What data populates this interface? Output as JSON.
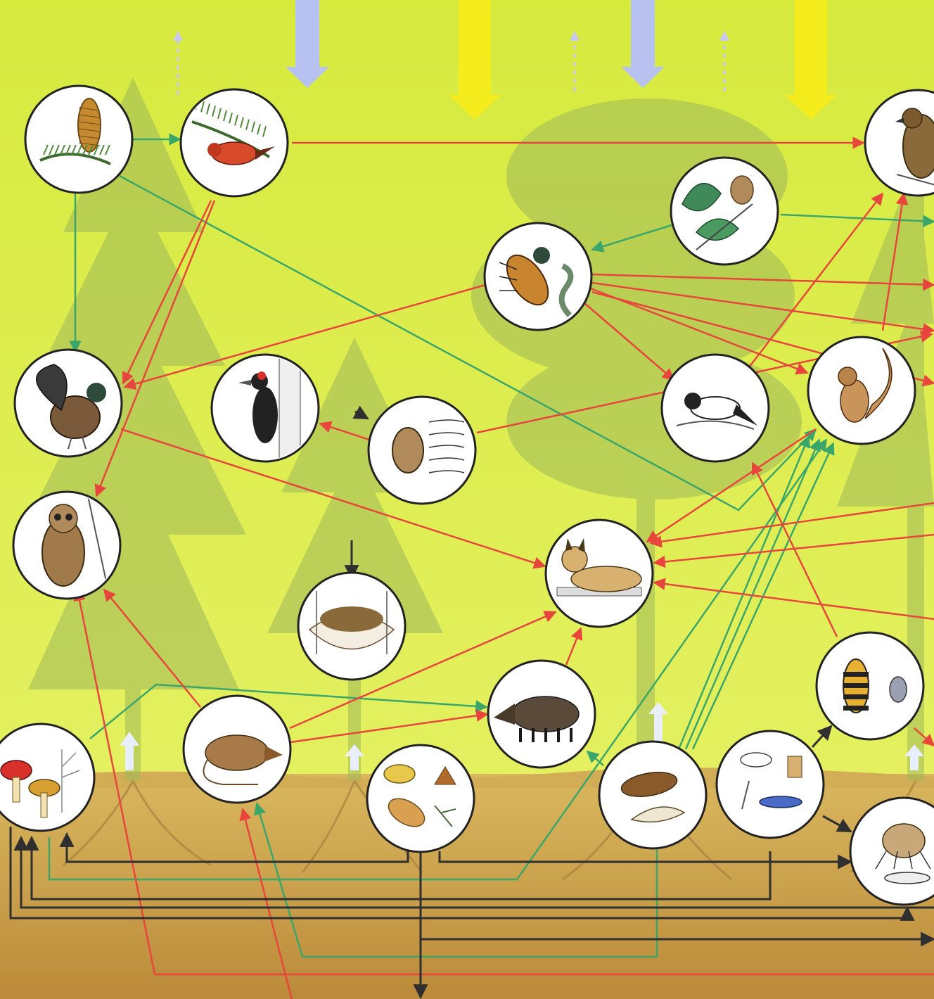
{
  "colors": {
    "sky_top": "#d2e83a",
    "sky_bottom": "#e8f26a",
    "soil_top": "#d8b45a",
    "soil_bottom": "#b98838",
    "tree": "#8fa85a",
    "predation_arrow": "#e8453c",
    "plant_food_arrow": "#3aa66a",
    "decomposition_arrow": "#2f2f2f",
    "sunlight_arrow": "#f4ec1c",
    "water_arrow": "#b8c2f0",
    "gas_arrow": "#c8c8ef",
    "node_fill": "#ffffff",
    "node_border": "#222222"
  },
  "nodes": [
    {
      "id": "spruce-cone",
      "icon": "spruce-cone-icon"
    },
    {
      "id": "crossbill",
      "icon": "crossbill-bird-icon"
    },
    {
      "id": "hawk",
      "icon": "hawk-icon"
    },
    {
      "id": "oak-leaves",
      "icon": "oak-leaf-acorn-icon"
    },
    {
      "id": "cockchafer",
      "icon": "beetle-larva-icon"
    },
    {
      "id": "capercaillie",
      "icon": "capercaillie-icon"
    },
    {
      "id": "woodpecker",
      "icon": "woodpecker-icon"
    },
    {
      "id": "bark-beetle",
      "icon": "bark-beetle-icon"
    },
    {
      "id": "flycatcher",
      "icon": "songbird-icon"
    },
    {
      "id": "squirrel",
      "icon": "squirrel-icon"
    },
    {
      "id": "owl",
      "icon": "owl-icon"
    },
    {
      "id": "lynx",
      "icon": "lynx-icon"
    },
    {
      "id": "tree-fungus",
      "icon": "bracket-fungus-icon"
    },
    {
      "id": "carrion-beetle",
      "icon": "carrion-beetle-fly-icon"
    },
    {
      "id": "mushrooms",
      "icon": "mushroom-icon"
    },
    {
      "id": "shrew",
      "icon": "shrew-icon"
    },
    {
      "id": "wild-boar",
      "icon": "wild-boar-icon"
    },
    {
      "id": "leaf-litter",
      "icon": "leaf-litter-icon"
    },
    {
      "id": "nuts-seeds",
      "icon": "seed-nut-icon"
    },
    {
      "id": "remains",
      "icon": "bones-remains-icon"
    },
    {
      "id": "soil-fauna",
      "icon": "mite-springtail-icon"
    }
  ]
}
